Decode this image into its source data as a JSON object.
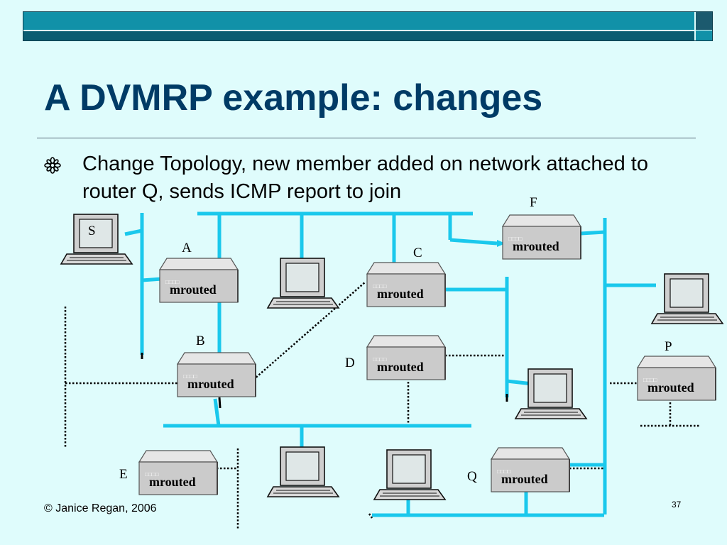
{
  "slide": {
    "title": "A DVMRP example: changes",
    "bullets": [
      "Change Topology, new member added on network attached to router Q, sends ICMP report to join"
    ],
    "footer": "© Janice Regan, 2006",
    "page_number": "37",
    "bullet_icon": "bullet-flower-icon"
  },
  "diagram": {
    "routers": [
      {
        "id": "A",
        "label": "A",
        "name": "mrouted",
        "small": "□□□□"
      },
      {
        "id": "B",
        "label": "B",
        "name": "mrouted",
        "small": "□□□□"
      },
      {
        "id": "C",
        "label": "C",
        "name": "mrouted",
        "small": "□□□□"
      },
      {
        "id": "D",
        "label": "D",
        "name": "mrouted",
        "small": "□□□□"
      },
      {
        "id": "E",
        "label": "E",
        "name": "mrouted",
        "small": "□□□□"
      },
      {
        "id": "F",
        "label": "F",
        "name": "mrouted",
        "small": "□□□□"
      },
      {
        "id": "P",
        "label": "P",
        "name": "mrouted",
        "small": "□□□□"
      },
      {
        "id": "Q",
        "label": "Q",
        "name": "mrouted",
        "small": "□□□□"
      }
    ],
    "hosts": [
      {
        "id": "S",
        "label": "S"
      },
      {
        "id": "h2",
        "label": ""
      },
      {
        "id": "h3",
        "label": ""
      },
      {
        "id": "h4",
        "label": ""
      },
      {
        "id": "h5",
        "label": ""
      },
      {
        "id": "h6",
        "label": ""
      },
      {
        "id": "h7",
        "label": ""
      }
    ],
    "colors": {
      "network": "#1ac8ec",
      "router_top": "#dedede",
      "router_body": "#c9c9c9",
      "dotted": "#000000"
    }
  }
}
